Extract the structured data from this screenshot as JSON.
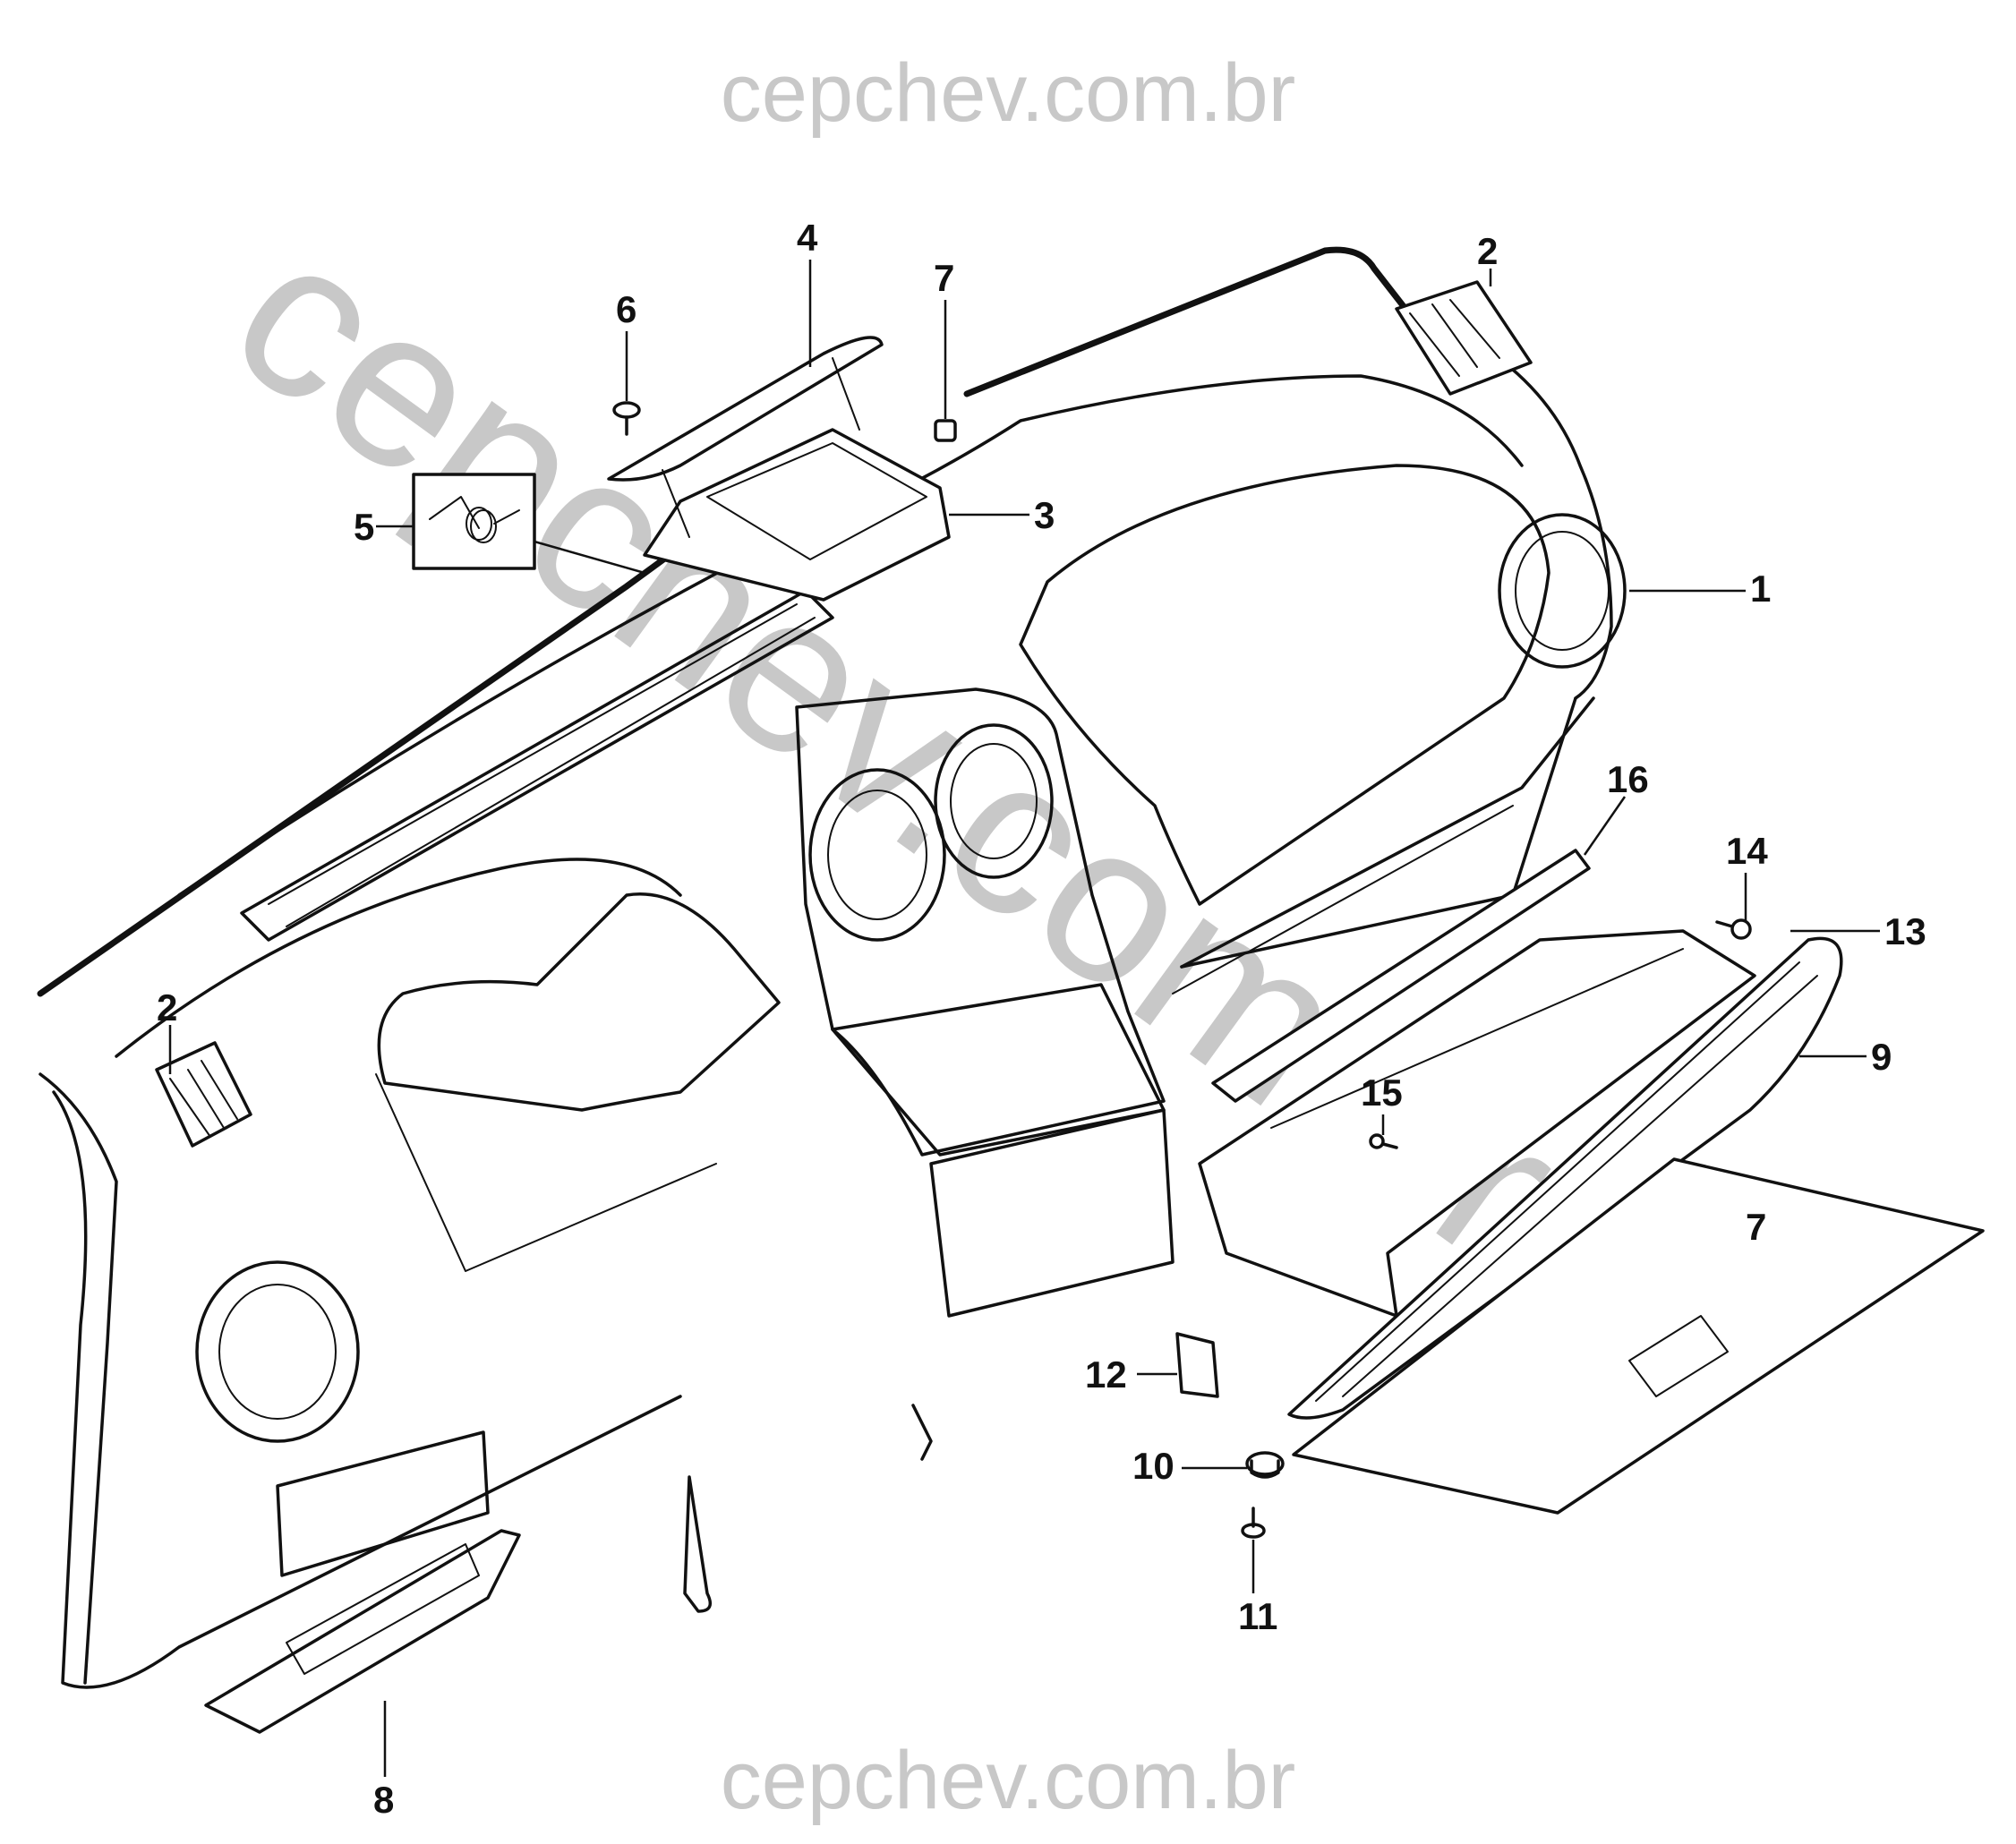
{
  "watermark": {
    "top_text": "cepchev.com.br",
    "bottom_text": "cepchev.com.br",
    "diagonal_text": "cepchev.com.br",
    "color": "#c8c8c8"
  },
  "callouts": [
    {
      "id": "c1",
      "label": "1"
    },
    {
      "id": "c2a",
      "label": "2"
    },
    {
      "id": "c2b",
      "label": "2"
    },
    {
      "id": "c3",
      "label": "3"
    },
    {
      "id": "c4",
      "label": "4"
    },
    {
      "id": "c5",
      "label": "5"
    },
    {
      "id": "c6",
      "label": "6"
    },
    {
      "id": "c7a",
      "label": "7"
    },
    {
      "id": "c7b",
      "label": "7"
    },
    {
      "id": "c8",
      "label": "8"
    },
    {
      "id": "c9",
      "label": "9"
    },
    {
      "id": "c10",
      "label": "10"
    },
    {
      "id": "c11",
      "label": "11"
    },
    {
      "id": "c12",
      "label": "12"
    },
    {
      "id": "c13",
      "label": "13"
    },
    {
      "id": "c14",
      "label": "14"
    },
    {
      "id": "c15",
      "label": "15"
    },
    {
      "id": "c16",
      "label": "16"
    }
  ]
}
